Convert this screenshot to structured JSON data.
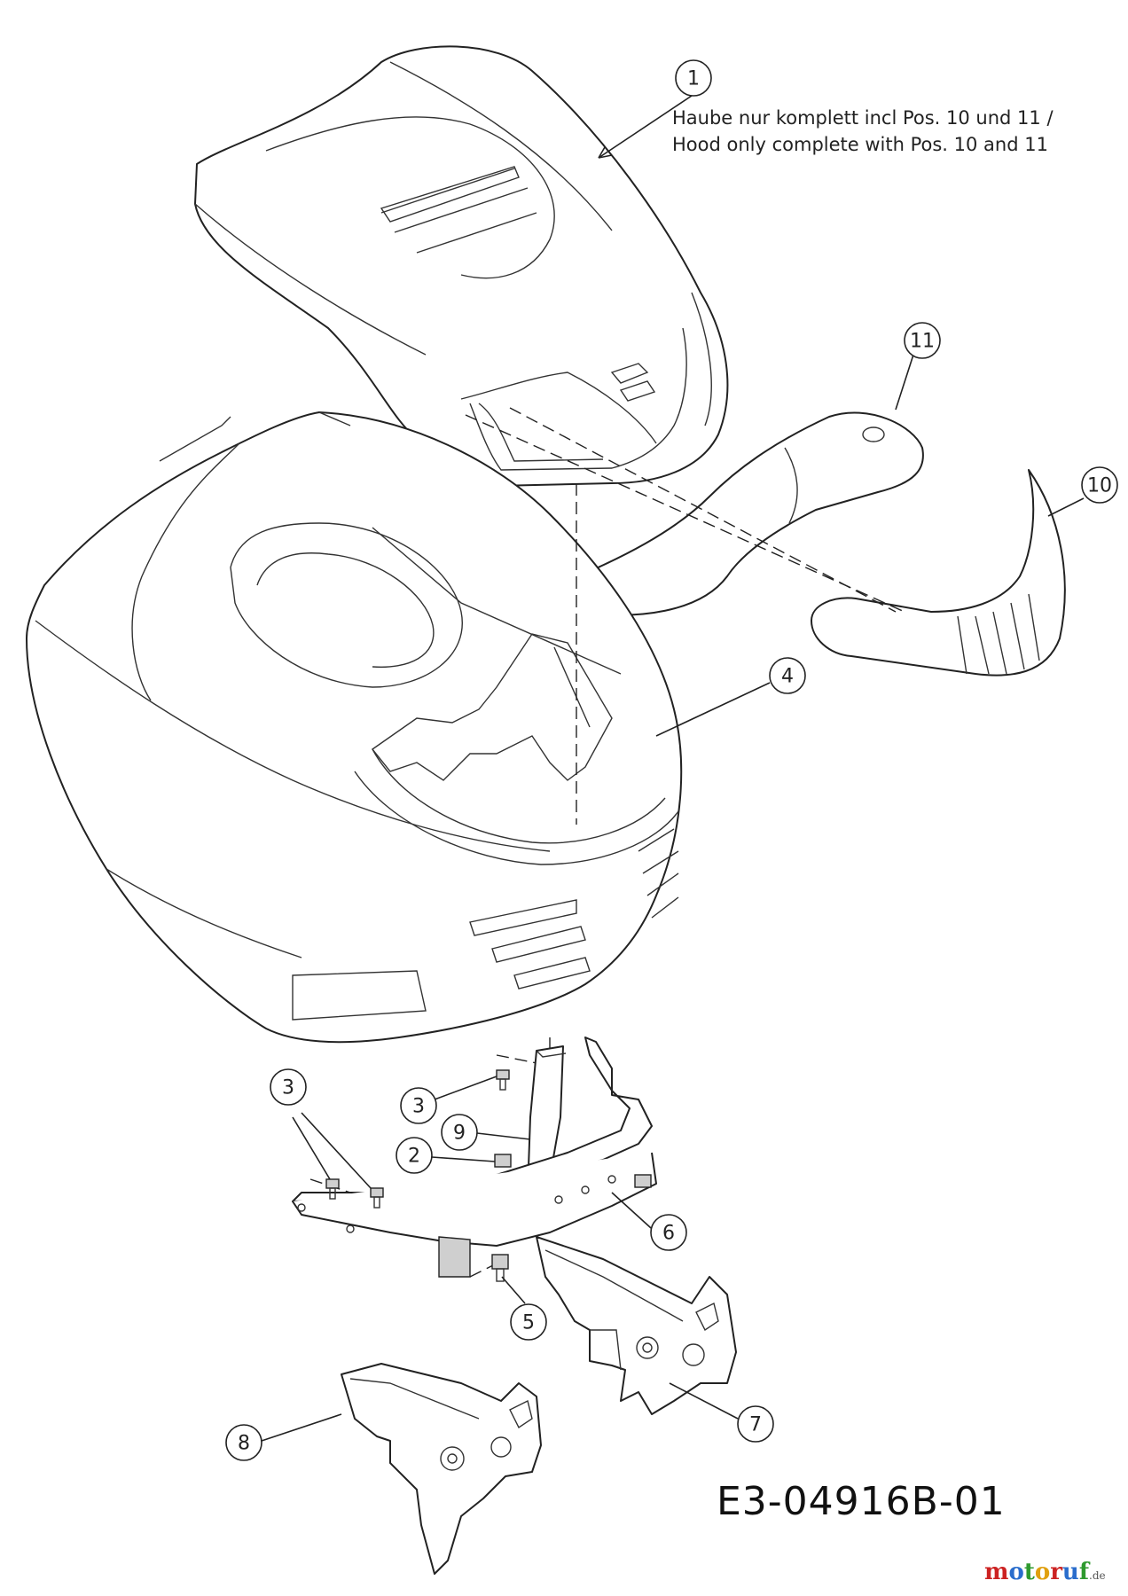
{
  "note": {
    "line1": "Haube nur komplett incl Pos. 10 und 11 /",
    "line2": "Hood only complete with Pos. 10 and 11"
  },
  "drawing_code": "E3-04916B-01",
  "brand": {
    "m": "m",
    "o1": "o",
    "t": "t",
    "o2": "o",
    "r": "r",
    "u": "u",
    "f": "f",
    "suffix": ".de"
  },
  "colors": {
    "m": "#cc2222",
    "o1": "#2a6dcc",
    "t": "#2e9a2e",
    "o2": "#e0a010",
    "r": "#cc2222",
    "u": "#2a6dcc",
    "f": "#2e9a2e",
    "line": "#222222"
  },
  "callouts": [
    {
      "id": "1",
      "label": "1"
    },
    {
      "id": "11",
      "label": "11"
    },
    {
      "id": "10",
      "label": "10"
    },
    {
      "id": "4",
      "label": "4"
    },
    {
      "id": "3a",
      "label": "3"
    },
    {
      "id": "3b",
      "label": "3"
    },
    {
      "id": "9",
      "label": "9"
    },
    {
      "id": "2",
      "label": "2"
    },
    {
      "id": "6",
      "label": "6"
    },
    {
      "id": "5",
      "label": "5"
    },
    {
      "id": "7",
      "label": "7"
    },
    {
      "id": "8",
      "label": "8"
    }
  ]
}
